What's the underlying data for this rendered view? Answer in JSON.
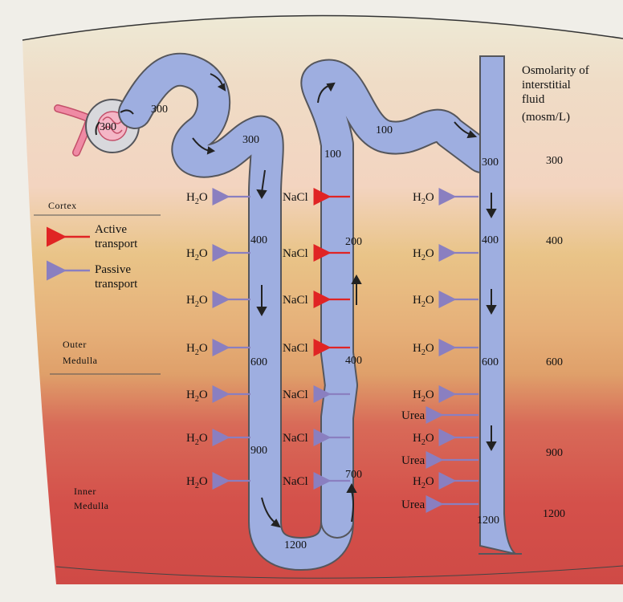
{
  "colors": {
    "active": "#e02424",
    "passive": "#8a7fc0",
    "tubule": "#d8d8dc",
    "tubule_outline": "#55565c",
    "cortex_bg": "#f3d8c4",
    "outer_bg": "#e6b27a",
    "inner_bg": "#d24a46"
  },
  "legend": {
    "active_line1": "Active",
    "active_line2": "transport",
    "passive_line1": "Passive",
    "passive_line2": "transport"
  },
  "zones": {
    "cortex": "Cortex",
    "outer_line1": "Outer",
    "outer_line2": "Medulla",
    "inner_line1": "Inner",
    "inner_line2": "Medulla"
  },
  "scale": {
    "title_line1": "Osmolarity of",
    "title_line2": "interstitial",
    "title_line3": "fluid",
    "title_line4": "(mosm/L)",
    "values": [
      "300",
      "400",
      "600",
      "900",
      "1200"
    ]
  },
  "tubule_values": {
    "glomerulus": "300",
    "proximal": "300",
    "descending_top": "300",
    "desc_400": "400",
    "desc_600": "600",
    "desc_900": "900",
    "loop_bottom": "1200",
    "asc_700": "700",
    "asc_400": "400",
    "asc_200": "200",
    "asc_100": "100",
    "distal_100": "100",
    "collecting_300": "300",
    "collecting_400": "400",
    "collecting_600": "600",
    "collecting_1200": "1200"
  },
  "labels": {
    "water_h": "H",
    "water_sub": "2",
    "water_o": "O",
    "nacl": "NaCl",
    "urea": "Urea"
  }
}
